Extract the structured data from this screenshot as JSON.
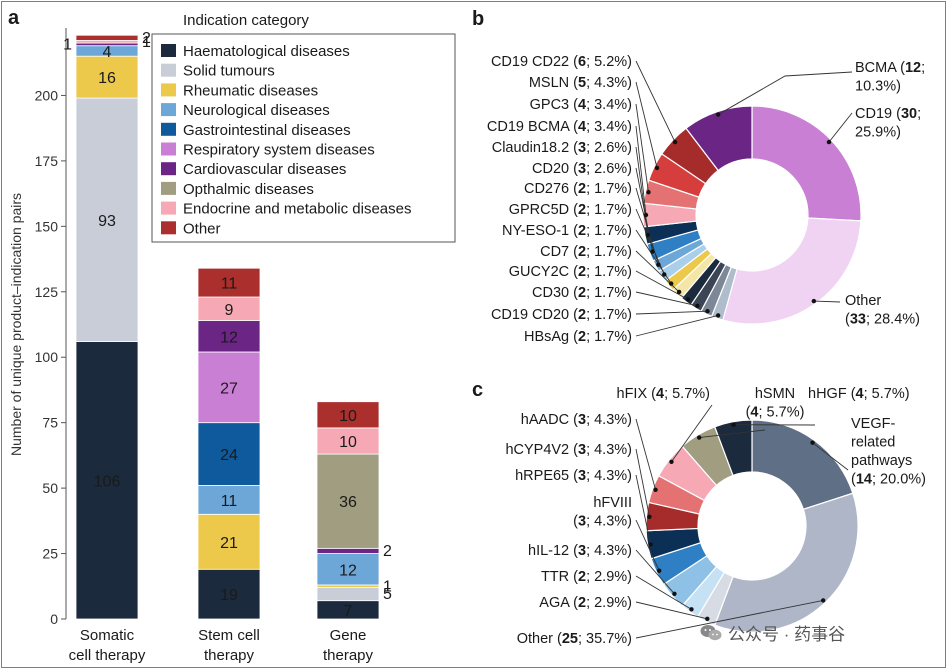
{
  "watermark": "公众号 · 药事谷",
  "chart_data": [
    {
      "panel": "a",
      "type": "bar",
      "stacked": true,
      "ylabel": "Number of unique product–indication pairs",
      "ylim": [
        0,
        225
      ],
      "yticks": [
        0,
        25,
        50,
        75,
        100,
        125,
        150,
        175,
        200
      ],
      "categories": [
        "Somatic cell therapy",
        "Stem cell therapy",
        "Gene therapy"
      ],
      "category_lines": [
        [
          "Somatic",
          "cell therapy"
        ],
        [
          "Stem cell",
          "therapy"
        ],
        [
          "Gene",
          "therapy"
        ]
      ],
      "legend_title": "Indication category",
      "legend_placement": "top-right",
      "series": [
        {
          "name": "Haematological diseases",
          "color": "#1b2a3c",
          "values": [
            106,
            19,
            7
          ]
        },
        {
          "name": "Solid tumours",
          "color": "#c8cdd8",
          "values": [
            93,
            0,
            5
          ]
        },
        {
          "name": "Rheumatic diseases",
          "color": "#ecc94b",
          "values": [
            16,
            21,
            1
          ]
        },
        {
          "name": "Neurological diseases",
          "color": "#6da7d8",
          "values": [
            4,
            11,
            12
          ]
        },
        {
          "name": "Gastrointestinal diseases",
          "color": "#0f5a9c",
          "values": [
            0,
            24,
            0
          ]
        },
        {
          "name": "Respiratory system diseases",
          "color": "#c97fd4",
          "values": [
            0,
            27,
            0
          ]
        },
        {
          "name": "Cardiovascular diseases",
          "color": "#6a2585",
          "values": [
            1,
            12,
            2
          ]
        },
        {
          "name": "Opthalmic diseases",
          "color": "#a19d80",
          "values": [
            0,
            0,
            36
          ]
        },
        {
          "name": "Endocrine and metabolic diseases",
          "color": "#f6a9b5",
          "values": [
            1,
            9,
            10
          ]
        },
        {
          "name": "Other",
          "color": "#ab2f2c",
          "values": [
            2,
            11,
            10
          ]
        }
      ]
    },
    {
      "panel": "b",
      "type": "pie",
      "donut": true,
      "slices": [
        {
          "name": "CD19",
          "count": "30",
          "pct": "25.9%",
          "value": 30,
          "color": "#c97fd4"
        },
        {
          "name": "Other",
          "count": "33",
          "pct": "28.4%",
          "value": 33,
          "color": "#f0d2f2"
        },
        {
          "name": "HBsAg",
          "count": "2",
          "pct": "1.7%",
          "value": 2,
          "color": "#aebccb"
        },
        {
          "name": "CD19 CD20",
          "count": "2",
          "pct": "1.7%",
          "value": 2,
          "color": "#7c8898"
        },
        {
          "name": "CD30",
          "count": "2",
          "pct": "1.7%",
          "value": 2,
          "color": "#3c4556"
        },
        {
          "name": "GUCY2C",
          "count": "2",
          "pct": "1.7%",
          "value": 2,
          "color": "#1b2a3c"
        },
        {
          "name": "CD7",
          "count": "2",
          "pct": "1.7%",
          "value": 2,
          "color": "#f3e6a6"
        },
        {
          "name": "NY-ESO-1",
          "count": "2",
          "pct": "1.7%",
          "value": 2,
          "color": "#ecc94b"
        },
        {
          "name": "GPRC5D",
          "count": "2",
          "pct": "1.7%",
          "value": 2,
          "color": "#a9cfea"
        },
        {
          "name": "CD276",
          "count": "2",
          "pct": "1.7%",
          "value": 2,
          "color": "#6da7d8"
        },
        {
          "name": "CD20",
          "count": "3",
          "pct": "2.6%",
          "value": 3,
          "color": "#2e7fc4"
        },
        {
          "name": "Claudin18.2",
          "count": "3",
          "pct": "2.6%",
          "value": 3,
          "color": "#0b2f55"
        },
        {
          "name": "CD19 BCMA",
          "count": "4",
          "pct": "3.4%",
          "value": 4,
          "color": "#f6a9b5"
        },
        {
          "name": "GPC3",
          "count": "4",
          "pct": "3.4%",
          "value": 4,
          "color": "#e57272"
        },
        {
          "name": "MSLN",
          "count": "5",
          "pct": "4.3%",
          "value": 5,
          "color": "#d63d3d"
        },
        {
          "name": "CD19 CD22",
          "count": "6",
          "pct": "5.2%",
          "value": 6,
          "color": "#a62b2b"
        },
        {
          "name": "BCMA",
          "count": "12",
          "pct": "10.3%",
          "value": 12,
          "color": "#6a2585"
        }
      ]
    },
    {
      "panel": "c",
      "type": "pie",
      "donut": true,
      "slices": [
        {
          "name": "VEGF-related pathways",
          "count": "14",
          "pct": "20.0%",
          "value": 14,
          "color": "#5f6f85"
        },
        {
          "name": "Other",
          "count": "25",
          "pct": "35.7%",
          "value": 25,
          "color": "#aeb6c7"
        },
        {
          "name": "AGA",
          "count": "2",
          "pct": "2.9%",
          "value": 2,
          "color": "#d6dbe4"
        },
        {
          "name": "TTR",
          "count": "2",
          "pct": "2.9%",
          "value": 2,
          "color": "#c5e2f4"
        },
        {
          "name": "hIL-12",
          "count": "3",
          "pct": "4.3%",
          "value": 3,
          "color": "#8fc0e6"
        },
        {
          "name": "hFVIII",
          "count": "3",
          "pct": "4.3%",
          "value": 3,
          "color": "#2e7fc4"
        },
        {
          "name": "hRPE65",
          "count": "3",
          "pct": "4.3%",
          "value": 3,
          "color": "#0b2f55"
        },
        {
          "name": "hCYP4V2",
          "count": "3",
          "pct": "4.3%",
          "value": 3,
          "color": "#a62b2b"
        },
        {
          "name": "hAADC",
          "count": "3",
          "pct": "4.3%",
          "value": 3,
          "color": "#e57272"
        },
        {
          "name": "hFIX",
          "count": "4",
          "pct": "5.7%",
          "value": 4,
          "color": "#f6a9b5"
        },
        {
          "name": "hSMN",
          "count": "4",
          "pct": "5.7%",
          "value": 4,
          "color": "#a19d80"
        },
        {
          "name": "hHGF",
          "count": "4",
          "pct": "5.7%",
          "value": 4,
          "color": "#1b2a3c"
        }
      ]
    }
  ]
}
